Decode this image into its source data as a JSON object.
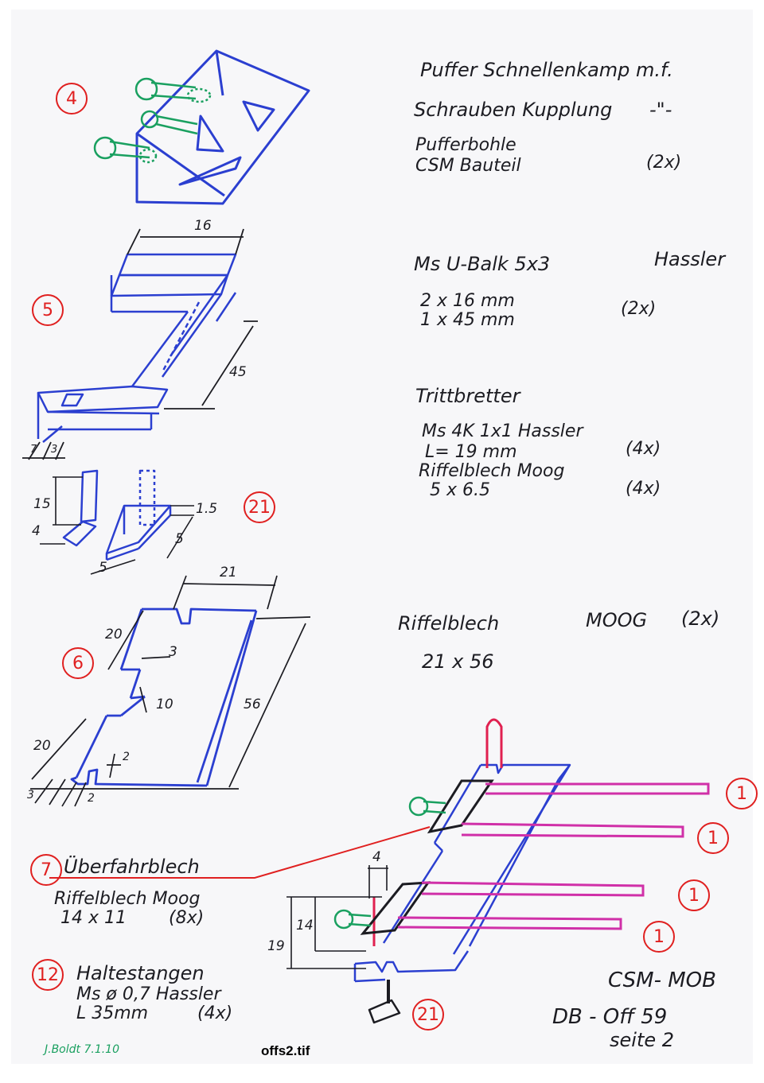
{
  "header": {
    "line1": "Puffer   Schnellenkamp  m.f.",
    "line2": "Schrauben Kupplung",
    "line2_ditto": "-\"-"
  },
  "item4": {
    "number": "4",
    "desc1": "Pufferbohle",
    "desc2": "CSM  Bauteil",
    "qty": "(2x)"
  },
  "item5": {
    "number": "5",
    "desc1": "Ms  U-Balk  5x3",
    "supplier": "Hassler",
    "size1": "2 x 16 mm",
    "size2": "1 x 45 mm",
    "qty": "(2x)",
    "dims": {
      "top": "16",
      "right": "45",
      "bottom_a": "7",
      "bottom_b": "3"
    }
  },
  "trittbretter": {
    "title": "Trittbretter",
    "line1": "Ms  4K   1x1   Hassler",
    "line2": "L= 19 mm",
    "qty1": "(4x)",
    "line3": "Riffelblech   Moog",
    "line4": "5 x 6.5",
    "qty2": "(4x)"
  },
  "item21": {
    "number": "21",
    "dims": {
      "a": "15",
      "b": "4",
      "c": "1.5",
      "d": "5",
      "e": "5"
    }
  },
  "item6": {
    "number": "6",
    "title": "Riffelblech",
    "supplier": "MOOG",
    "qty": "(2x)",
    "size": "21 x 56",
    "dims": {
      "top": "21",
      "left_top": "20",
      "notch": "3",
      "mid": "10",
      "right": "56",
      "left_bottom": "20",
      "small": "2",
      "bottom_a": "3",
      "bottom_b": "2"
    }
  },
  "item7": {
    "number": "7",
    "title": "Überfahrblech",
    "line1": "Riffelblech   Moog",
    "line2": "14 x 11",
    "qty": "(8x)"
  },
  "item12": {
    "number": "12",
    "title": "Haltestangen",
    "line1": "Ms ø 0,7   Hassler",
    "line2": "L 35mm",
    "qty": "(4x)"
  },
  "assembly": {
    "labels": [
      "1",
      "1",
      "1",
      "1"
    ],
    "dims": {
      "width": "4",
      "height_a": "19",
      "height_b": "14"
    },
    "foot_number": "21"
  },
  "footer": {
    "title": "CSM- MOB",
    "ref": "DB - Off  59",
    "page": "seite  2",
    "credit": "J.Boldt  7.1.10",
    "filename": "offs2.tif"
  },
  "colors": {
    "blue_ink": "#2b3fd0",
    "red_ink": "#e02020",
    "green_ink": "#1aa060",
    "magenta_ink": "#d030a8",
    "black_ink": "#1c1c22"
  }
}
